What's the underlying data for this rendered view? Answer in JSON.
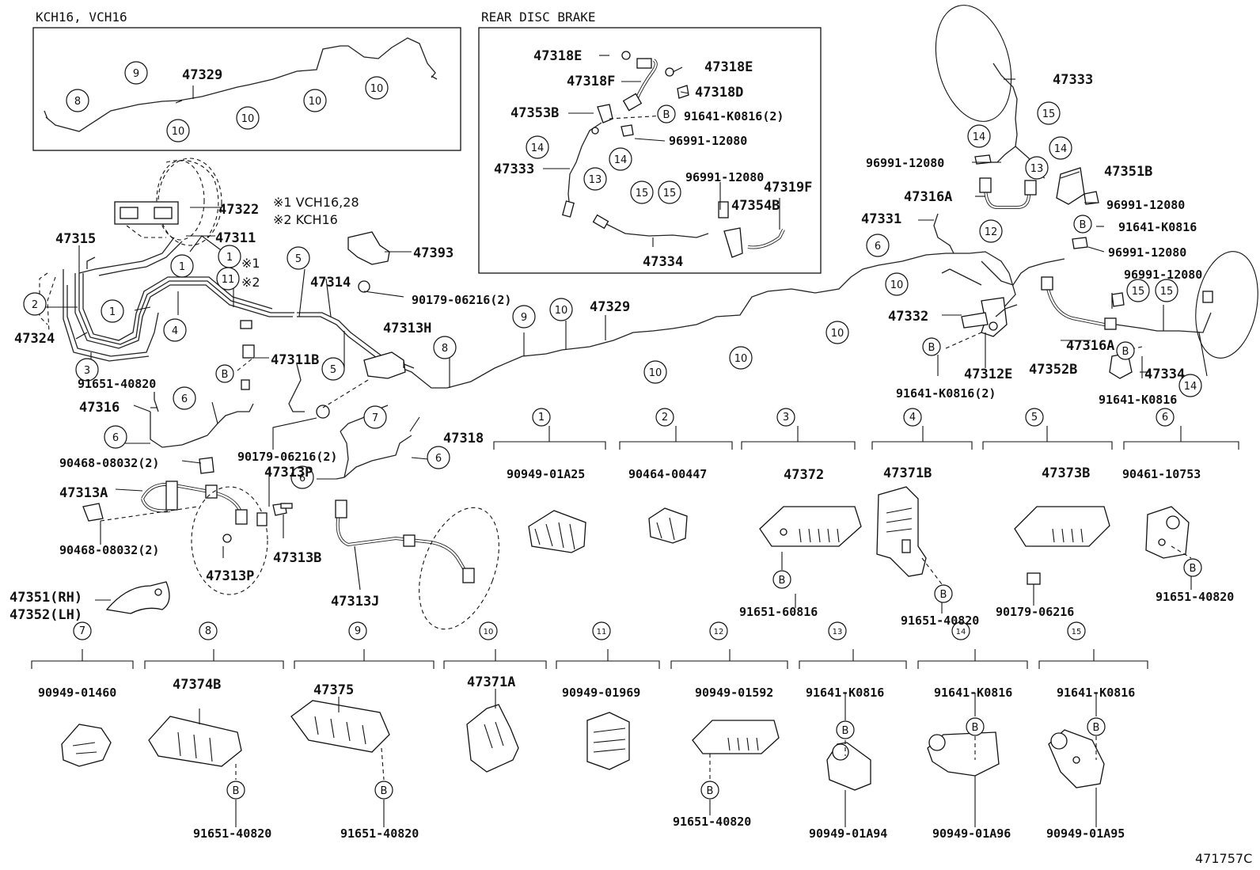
{
  "sections": {
    "kch_box_title": "KCH16, VCH16",
    "rear_box_title": "REAR DISC BRAKE"
  },
  "notes": {
    "note1": "※1 VCH16,28",
    "note2": "※2 KCH16",
    "mark1": "※1",
    "mark2": "※2"
  },
  "footer": {
    "diagram_code": "471757C"
  },
  "callout_letter": "B",
  "labels": {
    "p47329a": "47329",
    "p47318e": "47318E",
    "p47318e2": "47318E",
    "p47318f": "47318F",
    "p47318d": "47318D",
    "p47353b": "47353B",
    "p91641k0816_2a": "91641-K0816(2)",
    "p96991a": "96991-12080",
    "p47333a": "47333",
    "p96991b": "96991-12080",
    "p47319f": "47319F",
    "p47354b": "47354B",
    "p47334a": "47334",
    "p47333b": "47333",
    "p96991c": "96991-12080",
    "p47351b": "47351B",
    "p47316a": "47316A",
    "p96991d": "96991-12080",
    "p47331": "47331",
    "p91641k0816a": "91641-K0816",
    "p96991e": "96991-12080",
    "p96991f": "96991-12080",
    "p47332": "47332",
    "p47316a2": "47316A",
    "p47334b": "47334",
    "p47352b": "47352B",
    "p47312e": "47312E",
    "p91641k0816_2b": "91641-K0816(2)",
    "p91641k0816b": "91641-K0816",
    "p47322": "47322",
    "p47315": "47315",
    "p47311": "47311",
    "p47393": "47393",
    "p47314": "47314",
    "p90179a": "90179-06216(2)",
    "p47329b": "47329",
    "p47324": "47324",
    "p47313h": "47313H",
    "p47311b": "47311B",
    "p91651_40820a": "91651-40820",
    "p47316": "47316",
    "p90179b": "90179-06216(2)",
    "p47318": "47318",
    "p90468a": "90468-08032(2)",
    "p47313p": "47313P",
    "p47313a": "47313A",
    "p90468b": "90468-08032(2)",
    "p47313b": "47313B",
    "p47313p2": "47313P",
    "p47313j": "47313J",
    "p47351": "47351(RH)",
    "p47352": "47352(LH)"
  },
  "detail_items": [
    {
      "n": "1",
      "parts": [
        "90949-01A25"
      ]
    },
    {
      "n": "2",
      "parts": [
        "90464-00447"
      ]
    },
    {
      "n": "3",
      "parts": [
        "47372",
        "91651-60816"
      ]
    },
    {
      "n": "4",
      "parts": [
        "47371B",
        "91651-40820"
      ]
    },
    {
      "n": "5",
      "parts": [
        "47373B",
        "90179-06216"
      ]
    },
    {
      "n": "6",
      "parts": [
        "90461-10753",
        "91651-40820"
      ]
    },
    {
      "n": "7",
      "parts": [
        "90949-01460"
      ]
    },
    {
      "n": "8",
      "parts": [
        "47374B",
        "91651-40820"
      ]
    },
    {
      "n": "9",
      "parts": [
        "47375",
        "91651-40820"
      ]
    },
    {
      "n": "10",
      "parts": [
        "47371A"
      ]
    },
    {
      "n": "11",
      "parts": [
        "90949-01969"
      ]
    },
    {
      "n": "12",
      "parts": [
        "90949-01592",
        "91651-40820"
      ]
    },
    {
      "n": "13",
      "parts": [
        "91641-K0816",
        "90949-01A94"
      ]
    },
    {
      "n": "14",
      "parts": [
        "91641-K0816",
        "90949-01A96"
      ]
    },
    {
      "n": "15",
      "parts": [
        "91641-K0816",
        "90949-01A95"
      ]
    }
  ]
}
